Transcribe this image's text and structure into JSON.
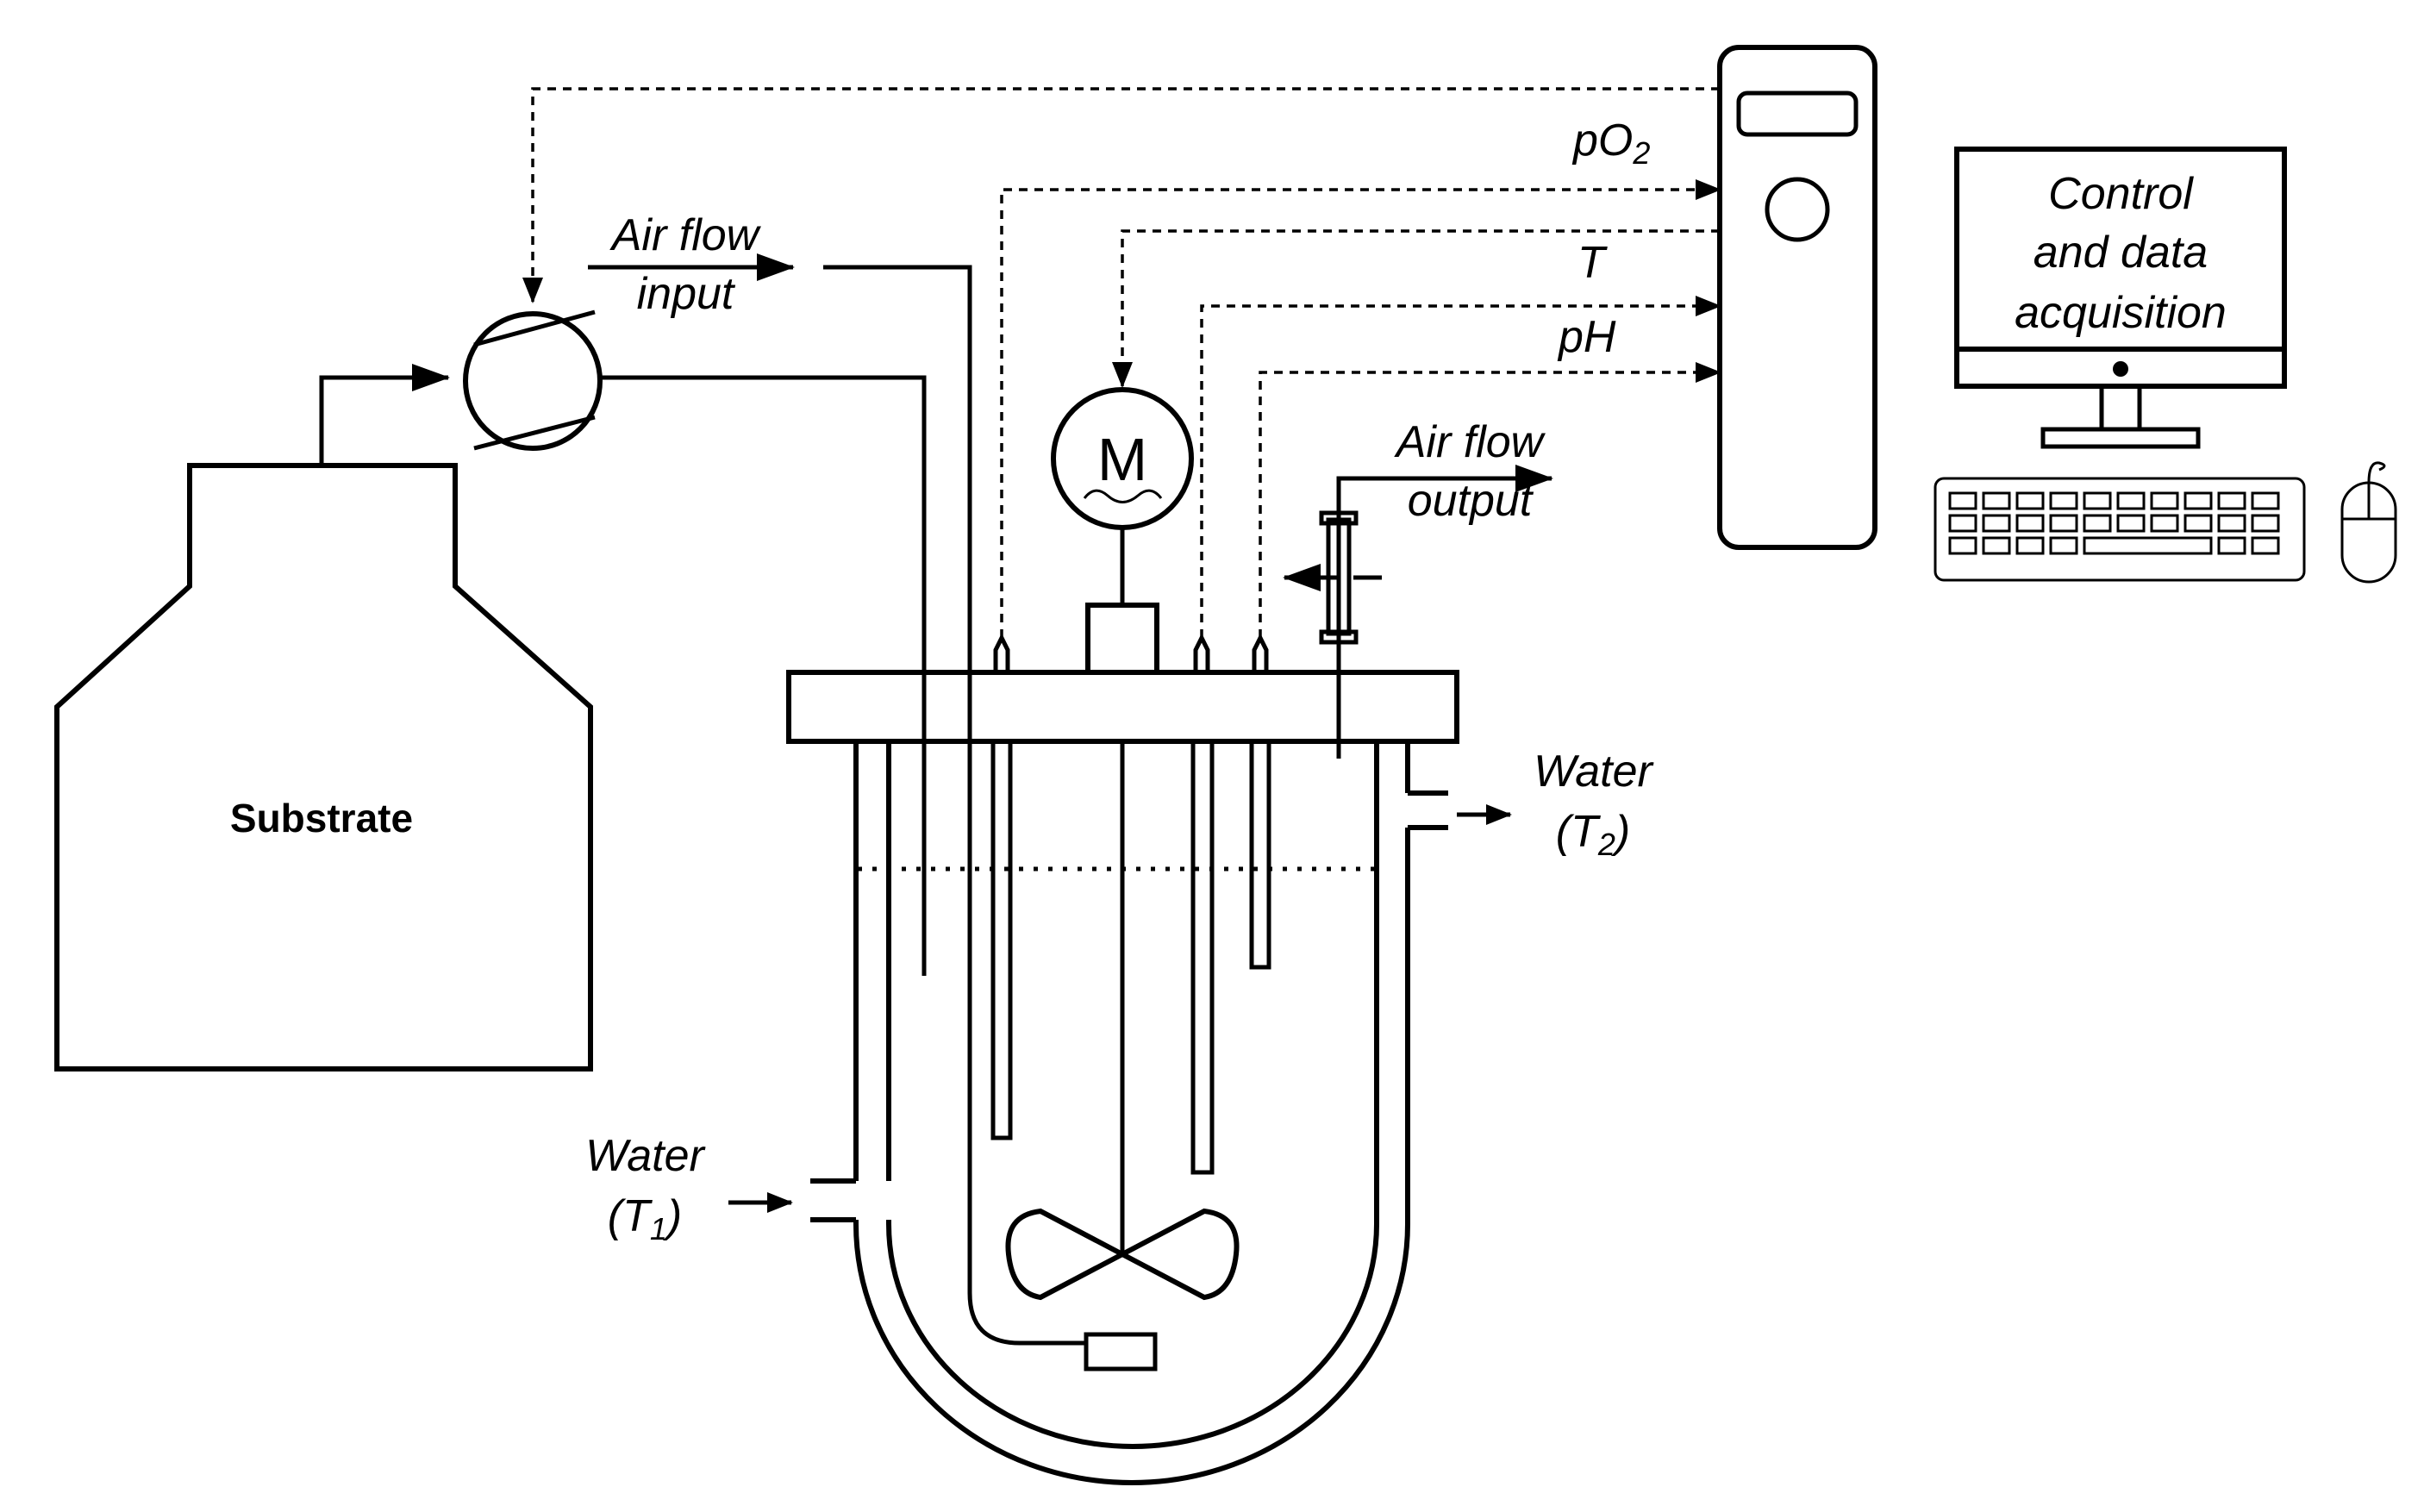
{
  "labels": {
    "substrate": "Substrate",
    "air_input_1": "Air flow",
    "air_input_2": "input",
    "air_output_1": "Air flow",
    "air_output_2": "output",
    "motor": "M",
    "po2_base": "pO",
    "po2_sub": "2",
    "temp": "T",
    "ph": "pH",
    "water_out_1": "Water",
    "water_out_open": "(T",
    "water_out_sub": "2",
    "water_out_close": ")",
    "water_in_1": "Water",
    "water_in_open": "(T",
    "water_in_sub": "1",
    "water_in_close": ")",
    "computer_1": "Control",
    "computer_2": "and data",
    "computer_3": "acquisition"
  },
  "icons": [
    "pump-icon",
    "motor-icon",
    "controller-unit",
    "monitor-icon",
    "keyboard-icon",
    "mouse-icon",
    "impeller-icon",
    "sparger-icon",
    "condenser-icon"
  ],
  "colors": {
    "stroke": "#000000",
    "background": "#ffffff"
  }
}
